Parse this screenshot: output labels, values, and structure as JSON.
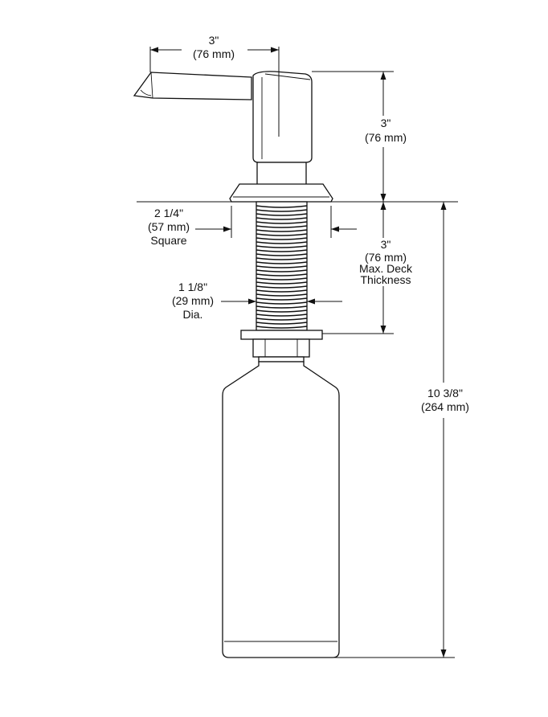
{
  "dimensions": {
    "spout_reach": {
      "in": "3\"",
      "mm": "(76 mm)"
    },
    "head_height": {
      "in": "3\"",
      "mm": "(76 mm)"
    },
    "flange_square": {
      "in": "2 1/4\"",
      "mm": "(57 mm)",
      "note": "Square"
    },
    "deck_thickness": {
      "in": "3\"",
      "mm": "(76 mm)",
      "note1": "Max. Deck",
      "note2": "Thickness"
    },
    "shank_dia": {
      "in": "1 1/8\"",
      "mm": "(29 mm)",
      "note": "Dia."
    },
    "overall_below": {
      "in": "10 3/8\"",
      "mm": "(264 mm)"
    }
  }
}
